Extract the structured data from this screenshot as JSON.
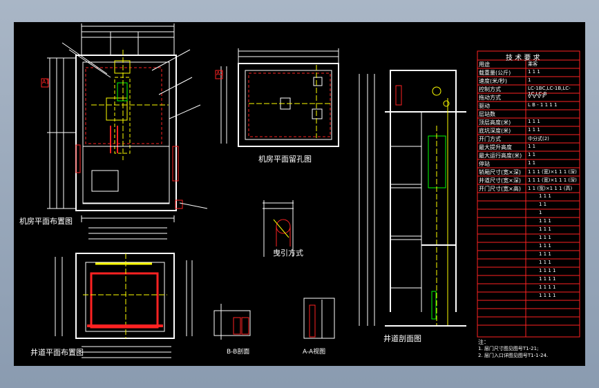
{
  "drawing": {
    "titles": {
      "machine_room_plan": "机房平面布置图",
      "machine_room_holes": "机房平面留孔图",
      "roping": "曳引方式",
      "shaft_plan": "井道平面布置图",
      "shaft_section": "井道剖面图",
      "section_b": "B-B剖面",
      "view_a": "A-A视图"
    },
    "markers": {
      "a1": "A1",
      "a2": "A2"
    },
    "spec_table": {
      "title": "技 术 要 求",
      "rows": [
        {
          "k": "用途",
          "v": "乘客"
        },
        {
          "k": "载重量(公斤)",
          "v": "1 1 1"
        },
        {
          "k": "速度(米/秒)",
          "v": "1"
        },
        {
          "k": "控制方式",
          "v": "LC-1BC,LC-1B,LC-1C,LC-B"
        },
        {
          "k": "拖动方式",
          "v": "V V V F"
        },
        {
          "k": "驱动",
          "v": "L B - 1 1 1 1"
        },
        {
          "k": "层站数",
          "v": ""
        },
        {
          "k": "顶层高度(米)",
          "v": "1 1 1"
        },
        {
          "k": "底坑深度(米)",
          "v": "1 1 1"
        },
        {
          "k": "开门方式",
          "v": "中分式(2)"
        },
        {
          "k": "最大提升高度",
          "v": "1 1"
        },
        {
          "k": "最大运行高度(米)",
          "v": "1 1"
        },
        {
          "k": "停站",
          "v": "1 1"
        },
        {
          "k": "轿厢尺寸(宽×深)",
          "v": "1 1 1 (宽)×1 1 1 (深)"
        },
        {
          "k": "井道尺寸(宽×深)",
          "v": "1 1 1 (宽)×1 1 1 (深)"
        },
        {
          "k": "开门尺寸(宽×高)",
          "v": "1 1 (宽)×1 1 1 (高)"
        }
      ],
      "lower_rows": [
        "1 1 1",
        "1 1",
        "1",
        "1 1 1",
        "1 1 1",
        "1 1 1",
        "1 1 1",
        "1 1 1",
        "1 1 1",
        "1 1 1 1",
        "1 1 1 1",
        "1 1 1 1",
        "1 1 1 1"
      ],
      "notes_title": "注：",
      "notes": [
        "1. 层门尺寸图见图号T1-21;",
        "2. 层门入口详图见图号T1-1-24."
      ]
    }
  }
}
